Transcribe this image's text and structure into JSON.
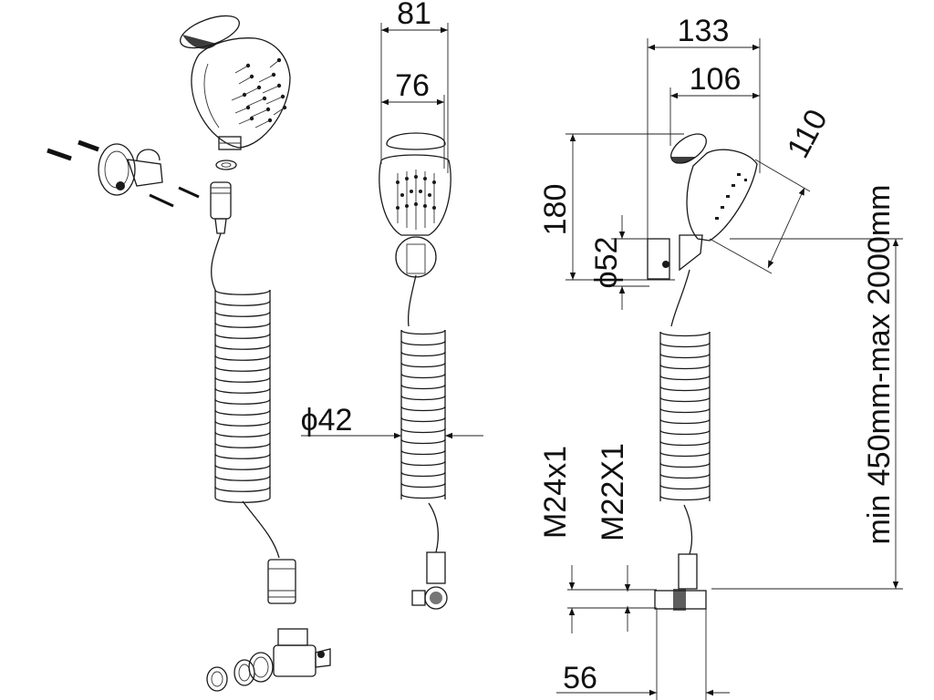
{
  "dimensions": {
    "top_width_outer": "81",
    "top_width_inner": "76",
    "hose_diameter": "ϕ42",
    "head_width": "133",
    "head_depth": "106",
    "head_face": "110",
    "height": "180",
    "bracket_diameter": "ϕ52",
    "thread_1": "M24x1",
    "thread_2": "M22X1",
    "bottom_offset": "56",
    "hose_length": "min 450mm-max 2000mm"
  }
}
